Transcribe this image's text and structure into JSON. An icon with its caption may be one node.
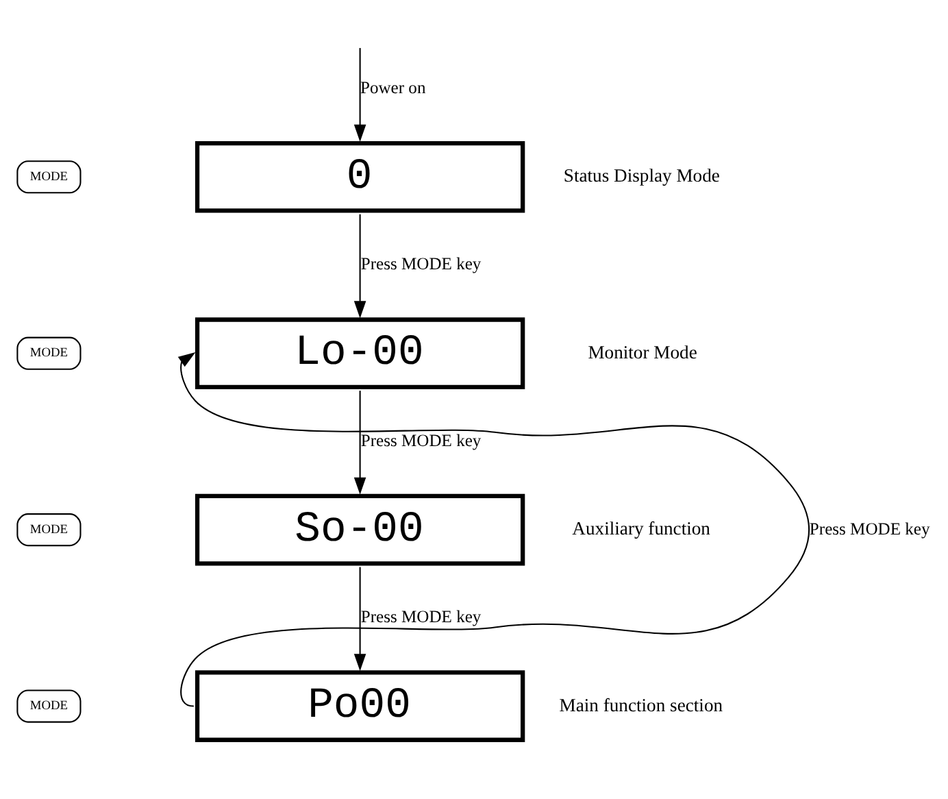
{
  "diagram": {
    "nodes": [
      {
        "text": [
          "0"
        ],
        "beside": [
          "Status Display Mode"
        ]
      },
      {
        "text": [
          "Lo-00"
        ],
        "beside": [
          "Monitor Mode"
        ]
      },
      {
        "text": [
          "So-00"
        ],
        "beside": [
          "Auxiliary function"
        ]
      },
      {
        "text": [
          "Po00"
        ],
        "beside": [
          "Main function section"
        ]
      }
    ],
    "edges": [
      {
        "from": null,
        "to": 0,
        "arrow": "to",
        "label": "Power on"
      },
      {
        "from": 0,
        "to": 1,
        "arrow": "to",
        "label": "Press MODE key"
      },
      {
        "from": 1,
        "to": 2,
        "arrow": "to",
        "label": "Press MODE key"
      },
      {
        "from": 2,
        "to": 3,
        "arrow": "to",
        "label": "Press MODE key"
      },
      {
        "from": 3,
        "to": 1,
        "arrow": "to",
        "label": "Press MODE key"
      }
    ],
    "labels": [
      "MODE",
      "MODE",
      "MODE",
      "MODE"
    ]
  }
}
